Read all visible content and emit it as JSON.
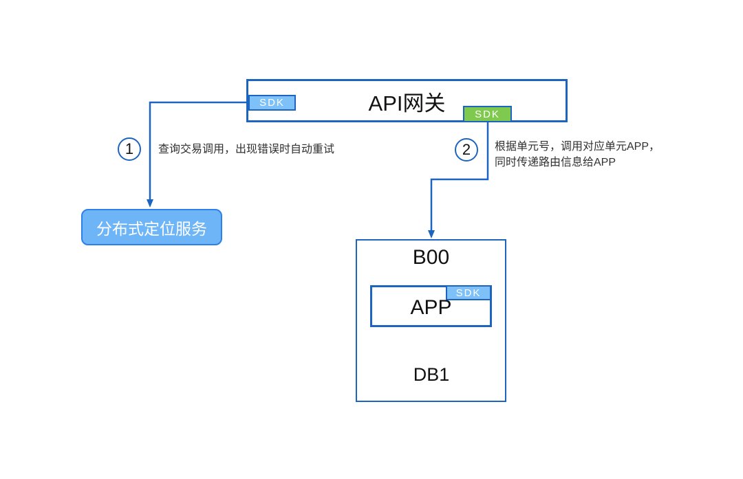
{
  "colors": {
    "accent_blue": "#1c64be",
    "sdk_blue_fill": "#7ec1f8",
    "sdk_green_fill": "#7fc94f",
    "service_fill": "#6eb5f8",
    "service_border": "#2e7fe8",
    "annotation_text": "#303030",
    "tag_text": "#ffffff"
  },
  "gateway": {
    "title": "API网关",
    "sdk_left_label": "SDK",
    "sdk_right_label": "SDK"
  },
  "steps": [
    {
      "number": "1",
      "text": "查询交易调用，出现错误时自动重试"
    },
    {
      "number": "2",
      "text_line1": "根据单元号，调用对应单元APP，",
      "text_line2": "同时传递路由信息给APP"
    }
  ],
  "service": {
    "label": "分布式定位服务"
  },
  "unit": {
    "title": "B00",
    "app_label": "APP",
    "app_sdk_label": "SDK",
    "db_label": "DB1"
  }
}
